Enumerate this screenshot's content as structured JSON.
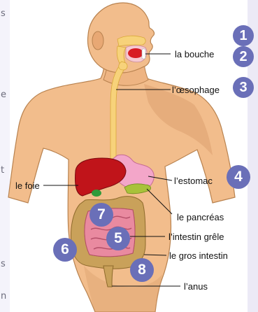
{
  "colors": {
    "badge": "#6a6fb8",
    "skin": "#f2bd8c",
    "skin_shadow": "#d79a68",
    "liver": "#c0141a",
    "stomach": "#f3a6c9",
    "pancreas": "#a8c23a",
    "oesophagus": "#f7d27a",
    "small_intestine": "#e98aa0",
    "large_intestine": "#c9a15a"
  },
  "labels": {
    "bouche": "la bouche",
    "oesophage": "l’œsophage",
    "foie": "le foie",
    "estomac": "l’estomac",
    "pancreas": "le pancréas",
    "intestin_grele": "l’intestin grêle",
    "gros_intestin": "le gros intestin",
    "anus": "l’anus"
  },
  "badges": [
    "1",
    "2",
    "3",
    "4",
    "5",
    "6",
    "7",
    "8"
  ],
  "edge_glyphs": [
    "s",
    "e",
    "t",
    "s",
    "n"
  ]
}
